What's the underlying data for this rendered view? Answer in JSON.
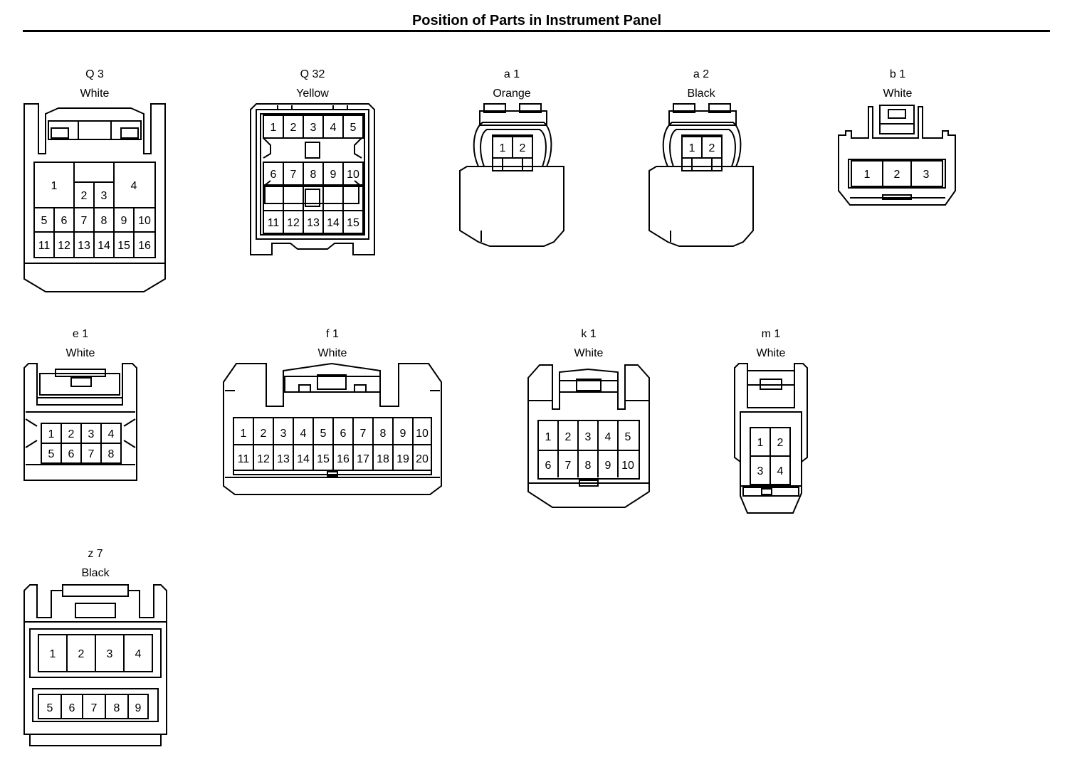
{
  "title": "Position of Parts in Instrument Panel",
  "connectors": [
    {
      "id": "Q 3",
      "color": "White",
      "pins": [
        "1",
        "2",
        "3",
        "4",
        "5",
        "6",
        "7",
        "8",
        "9",
        "10",
        "11",
        "12",
        "13",
        "14",
        "15",
        "16"
      ]
    },
    {
      "id": "Q 32",
      "color": "Yellow",
      "pins": [
        "1",
        "2",
        "3",
        "4",
        "5",
        "6",
        "7",
        "8",
        "9",
        "10",
        "11",
        "12",
        "13",
        "14",
        "15"
      ]
    },
    {
      "id": "a 1",
      "color": "Orange",
      "pins": [
        "1",
        "2"
      ]
    },
    {
      "id": "a 2",
      "color": "Black",
      "pins": [
        "1",
        "2"
      ]
    },
    {
      "id": "b 1",
      "color": "White",
      "pins": [
        "1",
        "2",
        "3"
      ]
    },
    {
      "id": "e 1",
      "color": "White",
      "pins": [
        "1",
        "2",
        "3",
        "4",
        "5",
        "6",
        "7",
        "8"
      ]
    },
    {
      "id": "f 1",
      "color": "White",
      "pins": [
        "1",
        "2",
        "3",
        "4",
        "5",
        "6",
        "7",
        "8",
        "9",
        "10",
        "11",
        "12",
        "13",
        "14",
        "15",
        "16",
        "17",
        "18",
        "19",
        "20"
      ]
    },
    {
      "id": "k 1",
      "color": "White",
      "pins": [
        "1",
        "2",
        "3",
        "4",
        "5",
        "6",
        "7",
        "8",
        "9",
        "10"
      ]
    },
    {
      "id": "m 1",
      "color": "White",
      "pins": [
        "1",
        "2",
        "3",
        "4"
      ]
    },
    {
      "id": "z 7",
      "color": "Black",
      "pins": [
        "1",
        "2",
        "3",
        "4",
        "5",
        "6",
        "7",
        "8",
        "9"
      ]
    }
  ]
}
